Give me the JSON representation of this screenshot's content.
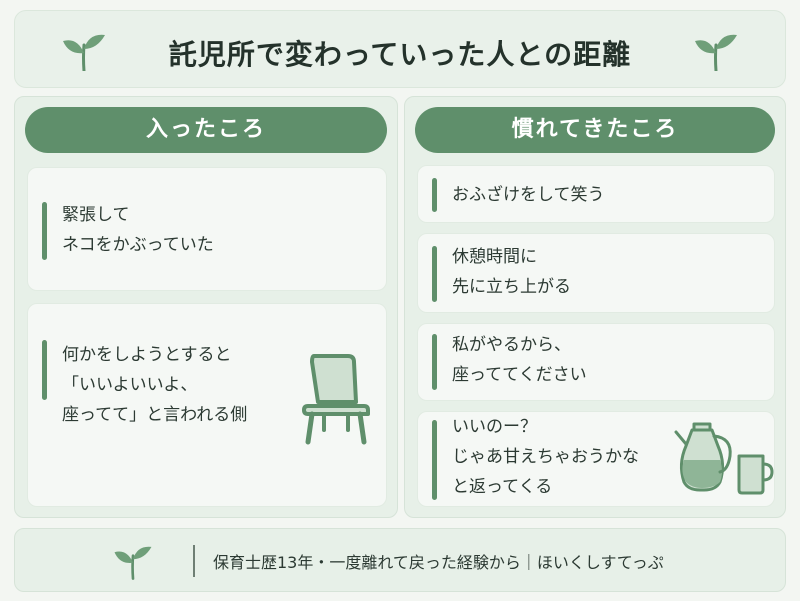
{
  "title": "託児所で変わっていった人との距離",
  "left_column": {
    "header": "入ったころ",
    "cards": [
      {
        "lines": [
          "緊張して",
          "ネコをかぶっていた"
        ]
      },
      {
        "lines": [
          "何かをしようとすると",
          "「いいよいいよ、",
          "座ってて」と言われる側"
        ]
      }
    ]
  },
  "right_column": {
    "header": "慣れてきたころ",
    "cards": [
      {
        "lines": [
          "おふざけをして笑う"
        ]
      },
      {
        "lines": [
          "休憩時間に",
          "先に立ち上がる"
        ]
      },
      {
        "lines": [
          "私がやるから、",
          "座っててください"
        ]
      },
      {
        "lines": [
          "いいのー？",
          "じゃあ甘えちゃおうかな",
          "と返ってくる"
        ]
      }
    ]
  },
  "footer": {
    "text": "保育士歴13年・一度離れて戻った経験から｜ほいくしすてっぷ"
  },
  "icons": [
    "sprout-icon",
    "chair-icon",
    "kettle-icon",
    "mug-icon"
  ],
  "colors": {
    "accent": "#5f8f6b",
    "panel": "#e7f0e8",
    "card": "#f5f8f5"
  }
}
